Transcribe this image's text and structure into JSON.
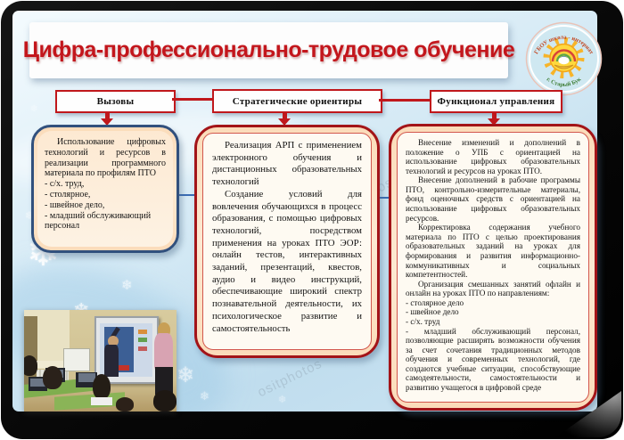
{
  "title": {
    "text": "Цифра-профессионально-трудовое обучение"
  },
  "logo": {
    "arc_top": "ГБОУ школа - интернат",
    "arc_bottom": "г. Старый Бук"
  },
  "flow_headers": {
    "challenges": "Вызовы",
    "strategy": "Стратегические ориентиры",
    "management": "Функционал управления"
  },
  "challenges_box": {
    "p1": "Использование цифровых технологий и ресурсов в реализации программного материала по профилям ПТО",
    "items": [
      "- с/х. труд,",
      "- столярное,",
      "- швейное дело,",
      "- младший обслуживающий персонал"
    ]
  },
  "strategy_box": {
    "p1": "Реализация АРП с применением электронного обучения и дистанционных образовательных технологий",
    "p2": "Создание условий для вовлечения обучающихся в процесс образования, с помощью цифровых технологий, посредством применения на уроках ПТО ЭОР: онлайн тестов, интерактивных заданий, презентаций, квестов, аудио и видео инструкций, обеспечивающие широкий спектр познавательной деятельности, их психологическое развитие и самостоятельность"
  },
  "management_box": {
    "p1": "Внесение изменений и дополнений в положение о УПБ с ориентацией на использование цифровых образовательных технологий и ресурсов на уроках ПТО.",
    "p2": "Внесение дополнений в рабочие программы ПТО, контрольно-измерительные материалы, фонд оценочных средств с ориентацией на использование цифровых образовательных ресурсов.",
    "p3": "Корректировка содержания учебного материала по ПТО с целью проектирования образовательных заданий на уроках для формирования и развития информационно-коммуникативных и социальных компетентностей.",
    "p4": "Организация смешанных занятий офлайн и онлайн на уроках ПТО по направлениям:",
    "items": [
      "- столярное дело",
      "- швейное дело",
      "- с/х. труд"
    ],
    "p5": "- младший обслуживающий персонал, позволяющие расширять возможности обучения за счет сочетания традиционных методов обучения и современных технологий, где создаются учебные ситуации, способствующие самодеятельности, самостоятельности и развитию учащегося в цифровой среде"
  },
  "watermark": "ositphotos",
  "colors": {
    "title_red": "#c3161c",
    "accent_red": "#c0181c",
    "border_blue": "#31507d",
    "border_dark_red": "#a31418",
    "box_fill": "#fbdcba",
    "connector_blue": "#3a6cb4"
  }
}
